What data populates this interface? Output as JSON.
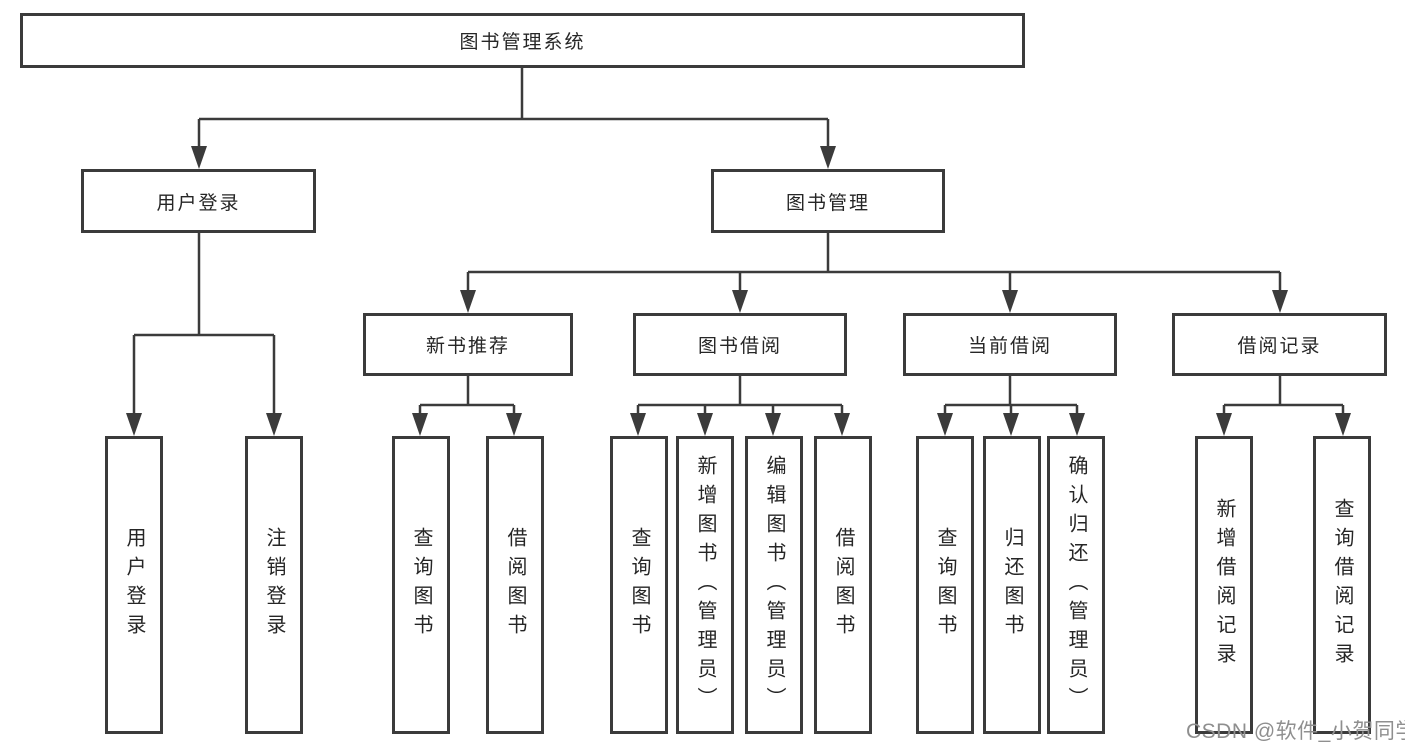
{
  "nodes": {
    "root": "图书管理系统",
    "user_login": "用户登录",
    "book_mgmt": "图书管理",
    "new_books": "新书推荐",
    "book_borrow": "图书借阅",
    "current_borrow": "当前借阅",
    "borrow_records": "借阅记录",
    "leaf_user_login": "用户登录",
    "leaf_logout": "注销登录",
    "nb_query_books": "查询图书",
    "nb_borrow_books": "借阅图书",
    "bb_query_books": "查询图书",
    "bb_add_books": "新增图书（管理员）",
    "bb_edit_books": "编辑图书（管理员）",
    "bb_borrow_books": "借阅图书",
    "cb_query_books": "查询图书",
    "cb_return_books": "归还图书",
    "cb_confirm_return": "确认归还（管理员）",
    "br_add_record": "新增借阅记录",
    "br_query_record": "查询借阅记录"
  },
  "watermark": "CSDN @软件_小贺同学",
  "colors": {
    "line": "#3b3b3b",
    "box_background": "#ffffff",
    "text": "#262626",
    "watermark": "#8f8f8f"
  }
}
